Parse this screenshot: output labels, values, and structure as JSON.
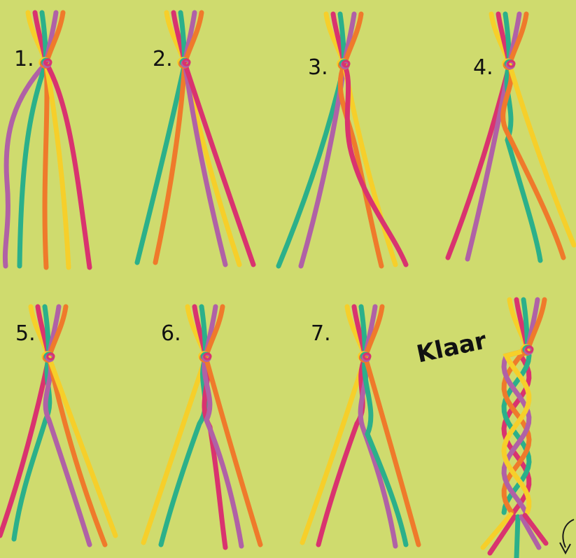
{
  "steps": [
    {
      "label": "1."
    },
    {
      "label": "2."
    },
    {
      "label": "3."
    },
    {
      "label": "4."
    },
    {
      "label": "5."
    },
    {
      "label": "6."
    },
    {
      "label": "7."
    }
  ],
  "done_label": "Klaar",
  "colors": {
    "background": "#cfdb6e",
    "pink": "#d9336f",
    "purple": "#b061a6",
    "teal": "#2bb08a",
    "orange": "#ef7a2b",
    "yellow": "#f6cf2a"
  },
  "icons": {
    "knot": "knot-icon",
    "continue": "arrow-down-icon"
  }
}
